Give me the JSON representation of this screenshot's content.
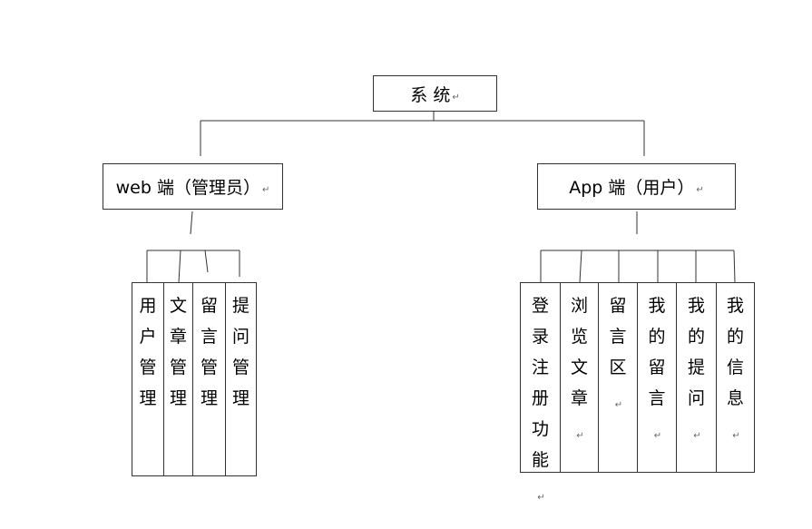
{
  "root": {
    "label": "系 统",
    "mark": "↵"
  },
  "web": {
    "label": "web 端（管理员）",
    "mark": "↵",
    "items": [
      {
        "chars": [
          "用",
          "户",
          "管",
          "理"
        ],
        "mark": ""
      },
      {
        "chars": [
          "文",
          "章",
          "管",
          "理"
        ],
        "mark": ""
      },
      {
        "chars": [
          "留",
          "言",
          "管",
          "理"
        ],
        "mark": ""
      },
      {
        "chars": [
          "提",
          "问",
          "管",
          "理"
        ],
        "mark": ""
      }
    ]
  },
  "app": {
    "label": "App 端（用户）",
    "mark": "↵",
    "items": [
      {
        "chars": [
          "登",
          "录",
          "注",
          "册",
          "功",
          "能"
        ],
        "mark": "↵"
      },
      {
        "chars": [
          "浏",
          "览",
          "文",
          "章"
        ],
        "mark": "↵"
      },
      {
        "chars": [
          "留",
          "言",
          "区"
        ],
        "mark": "↵"
      },
      {
        "chars": [
          "我",
          "的",
          "留",
          "言"
        ],
        "mark": "↵"
      },
      {
        "chars": [
          "我",
          "的",
          "提",
          "问"
        ],
        "mark": "↵"
      },
      {
        "chars": [
          "我",
          "的",
          "信",
          "息"
        ],
        "mark": "↵"
      }
    ]
  }
}
